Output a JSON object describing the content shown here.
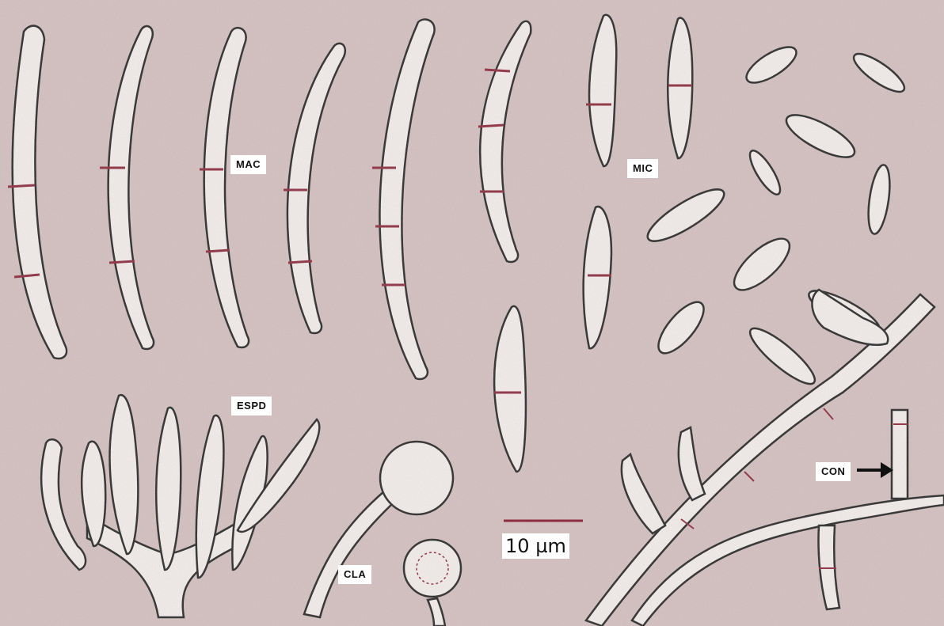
{
  "colors": {
    "background": "#d3c0bf",
    "cell_fill": "#f2ecea",
    "outline": "#2b2b2b",
    "septum": "#8e2d3f"
  },
  "labels": {
    "mac": "MAC",
    "mic": "MIC",
    "espd": "ESPD",
    "cla": "CLA",
    "con": "CON"
  },
  "scale_bar": {
    "value": "10",
    "unit": "µm"
  }
}
